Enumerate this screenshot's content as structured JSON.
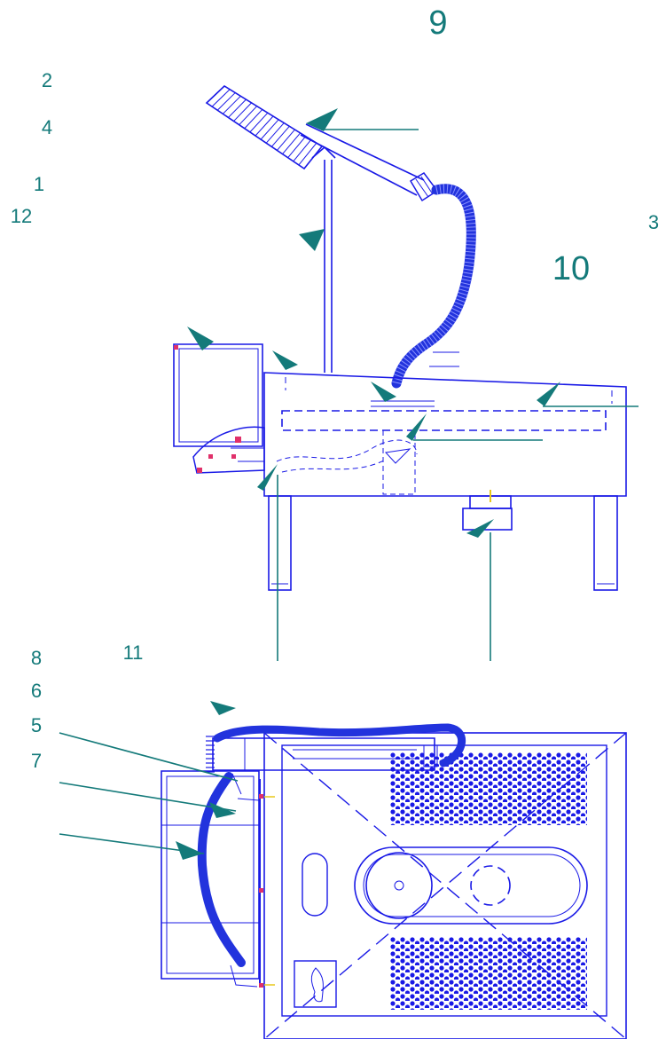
{
  "diagram": {
    "colors": {
      "drawing": "#1a1ae6",
      "callout": "#147a7a",
      "hose": "#2233dd",
      "joint": "#e0306a",
      "marker": "#e8c81a"
    },
    "callouts": [
      {
        "id": "c9",
        "label": "9"
      },
      {
        "id": "c2",
        "label": "2"
      },
      {
        "id": "c4",
        "label": "4"
      },
      {
        "id": "c1",
        "label": "1"
      },
      {
        "id": "c12",
        "label": "12"
      },
      {
        "id": "c3",
        "label": "3"
      },
      {
        "id": "c10",
        "label": "10"
      },
      {
        "id": "c8",
        "label": "8"
      },
      {
        "id": "c11",
        "label": "11"
      },
      {
        "id": "c6",
        "label": "6"
      },
      {
        "id": "c5",
        "label": "5"
      },
      {
        "id": "c7",
        "label": "7"
      }
    ]
  }
}
